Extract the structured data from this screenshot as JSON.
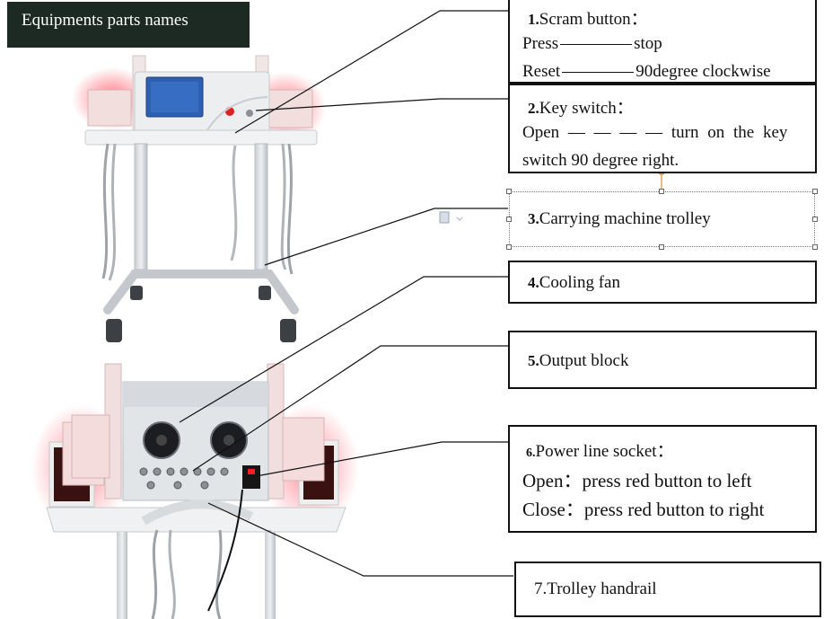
{
  "header": {
    "title": "Equipments parts names"
  },
  "parts": [
    {
      "num": "1.",
      "title": "Scram button：",
      "lines": [
        {
          "left": "Press",
          "right": "stop"
        },
        {
          "left": "Reset",
          "right": "90degree clockwise"
        }
      ]
    },
    {
      "num": "2.",
      "title": "Key switch：",
      "line1": "Open — — — — turn on the key",
      "line2": "switch 90 degree right."
    },
    {
      "num": "3.",
      "title": "Carrying machine trolley"
    },
    {
      "num": "4.",
      "title": "Cooling fan"
    },
    {
      "num": "5.",
      "title": "Output block"
    },
    {
      "num": "6.",
      "title": "Power line socket：",
      "line1": "Open：press red button to left",
      "line2": "Close：press red button to right"
    },
    {
      "num": "7.",
      "title": "Trolley handrail"
    }
  ],
  "colors": {
    "header_bg": "#1d2a23",
    "laser_glow": "#ff5a6a",
    "machine_body": "#e4e7ea",
    "screen": "#2f5fb0",
    "connector": "#d88a3a"
  }
}
